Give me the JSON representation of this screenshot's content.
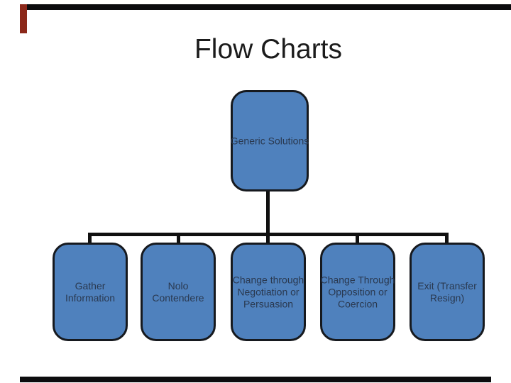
{
  "slide": {
    "title": "Flow Charts",
    "background_color": "#ffffff"
  },
  "decorations": {
    "top_bar_color": "#0c0c0e",
    "bottom_bar_color": "#0c0c0e",
    "red_accent_color": "#8c281a"
  },
  "flowchart": {
    "colors": {
      "node_fill": "#4f81bd",
      "node_border": "#16191e",
      "node_text": "#2a3950",
      "connector": "#101010"
    },
    "root": {
      "label": "Generic Solutions"
    },
    "children": [
      {
        "id": "gather-information",
        "lines": [
          "Gather",
          "Information"
        ]
      },
      {
        "id": "nolo-contendere",
        "lines": [
          "Nolo",
          "Contendere"
        ]
      },
      {
        "id": "change-negotiation",
        "lines": [
          "Change through",
          "Negotiation or",
          "Persuasion"
        ]
      },
      {
        "id": "change-opposition",
        "lines": [
          "Change Through",
          "Opposition or",
          "Coercion"
        ]
      },
      {
        "id": "exit-transfer",
        "lines": [
          "Exit (Transfer",
          "Resign)"
        ]
      }
    ]
  }
}
